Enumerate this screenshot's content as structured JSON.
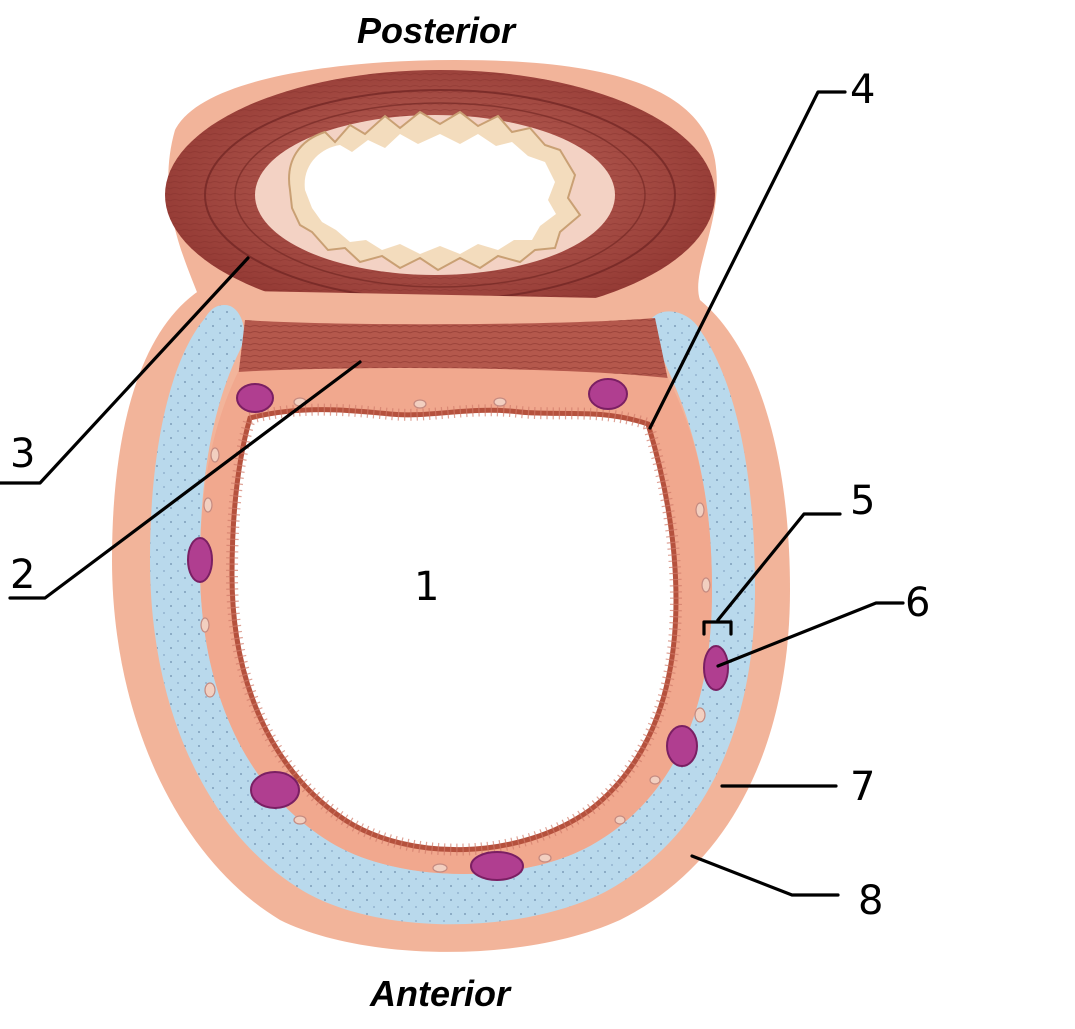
{
  "orientation": {
    "top": "Posterior",
    "bottom": "Anterior"
  },
  "labels": {
    "l1": "1",
    "l2": "2",
    "l3": "3",
    "l4": "4",
    "l5": "5",
    "l6": "6",
    "l7": "7",
    "l8": "8"
  },
  "colors": {
    "adventitia": "#f2b49a",
    "cartilage": "#b9d9ec",
    "mucosa": "#f1a88e",
    "epithelium_line": "#b5513d",
    "muscle": "#a84a40",
    "esophagus_muscle": "#9a3d36",
    "esophagus_lining": "#f3dcbd",
    "gland": "#b03e90"
  }
}
